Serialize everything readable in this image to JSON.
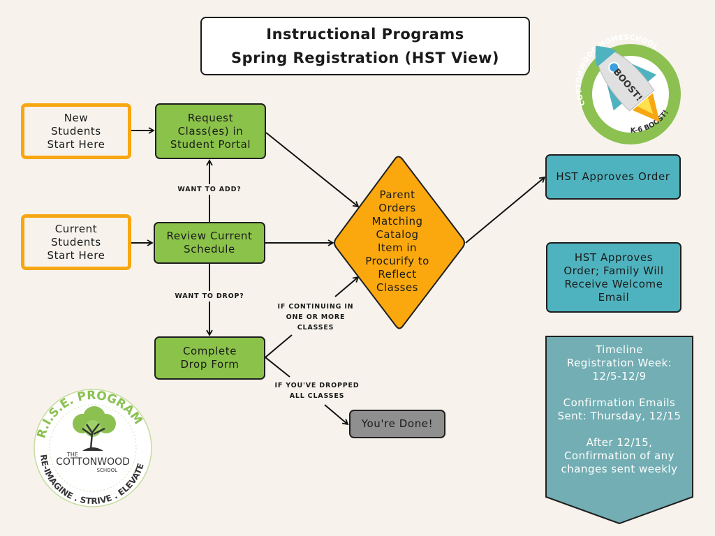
{
  "title": {
    "line1": "Instructional Programs",
    "line2": "Spring Registration (HST View)"
  },
  "nodes": {
    "new_students": [
      "New",
      "Students",
      "Start Here"
    ],
    "current_students": [
      "Current",
      "Students",
      "Start Here"
    ],
    "request_classes": [
      "Request",
      "Class(es) in",
      "Student Portal"
    ],
    "review_schedule": [
      "Review Current",
      "Schedule"
    ],
    "complete_drop": [
      "Complete",
      "Drop Form"
    ],
    "parent_orders": [
      "Parent",
      "Orders",
      "Matching",
      "Catalog",
      "Item in",
      "Procurify to",
      "Reflect",
      "Classes"
    ],
    "hst_approves": "HST Approves Order",
    "hst_approves_welcome": [
      "HST Approves",
      "Order; Family Will",
      "Receive Welcome",
      "Email"
    ],
    "done": "You're Done!"
  },
  "edge_labels": {
    "want_to_add": "WANT TO ADD?",
    "want_to_drop": "WANT TO DROP?",
    "continuing": [
      "IF CONTINUING IN",
      "ONE OR MORE",
      "CLASSES"
    ],
    "dropped_all": [
      "IF YOU'VE DROPPED",
      "ALL CLASSES"
    ]
  },
  "timeline": {
    "heading": "Timeline",
    "registration": [
      "Registration Week:",
      "12/5-12/9"
    ],
    "confirmation": [
      "Confirmation Emails",
      "Sent:  Thursday, 12/15"
    ],
    "after": [
      "After 12/15,",
      "Confirmation of any",
      "changes sent weekly"
    ]
  },
  "logos": {
    "boost": {
      "ring_text": "COTTONWOOD HOMESCHOOL",
      "rocket_text": "BOOST!",
      "bottom_text": "K-6 BOOST!"
    },
    "rise": {
      "top_text": "R.I.S.E. PROGRAM",
      "school_the": "THE",
      "school_name": "COTTONWOOD",
      "school_suffix": "SCHOOL",
      "bottom_text": "RE-IMAGINE . STRIVE . ELEVATE"
    }
  },
  "colors": {
    "background": "#f7f3ec",
    "start_border": "#f7a711",
    "process_green": "#8bc34a",
    "decision_orange": "#fba80f",
    "approve_teal": "#4fb3bf",
    "timeline_teal": "#72aeb3",
    "done_gray": "#8f8f8f"
  }
}
